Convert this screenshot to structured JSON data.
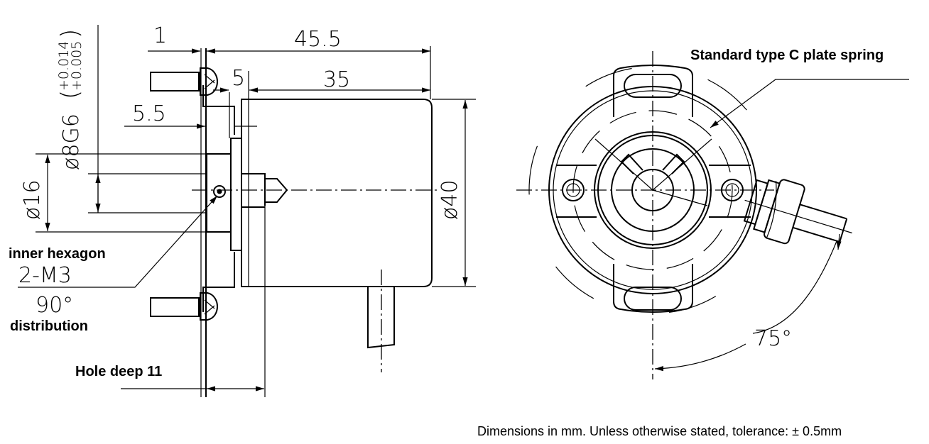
{
  "side_view": {
    "dim_flange_thickness": "1",
    "dim_total_length": "45.5",
    "dim_spring_offset": "5",
    "dim_body_length": "35",
    "dim_shaft_offset": "5.5",
    "dim_bore": "ø8G6",
    "dim_bore_tol_upper": "+0.014",
    "dim_bore_tol_lower": "+0.005",
    "dim_hub_diameter": "ø16",
    "dim_body_diameter": "ø40",
    "label_inner_hexagon": "inner hexagon",
    "label_screw": "2-M3",
    "label_angle": "90°",
    "label_distribution": "distribution",
    "label_hole_deep": "Hole deep 11"
  },
  "front_view": {
    "label_spring": "Standard type C plate spring",
    "dim_cable_angle": "75°"
  },
  "footnote": "Dimensions in mm. Unless otherwise stated, tolerance: ± 0.5mm"
}
